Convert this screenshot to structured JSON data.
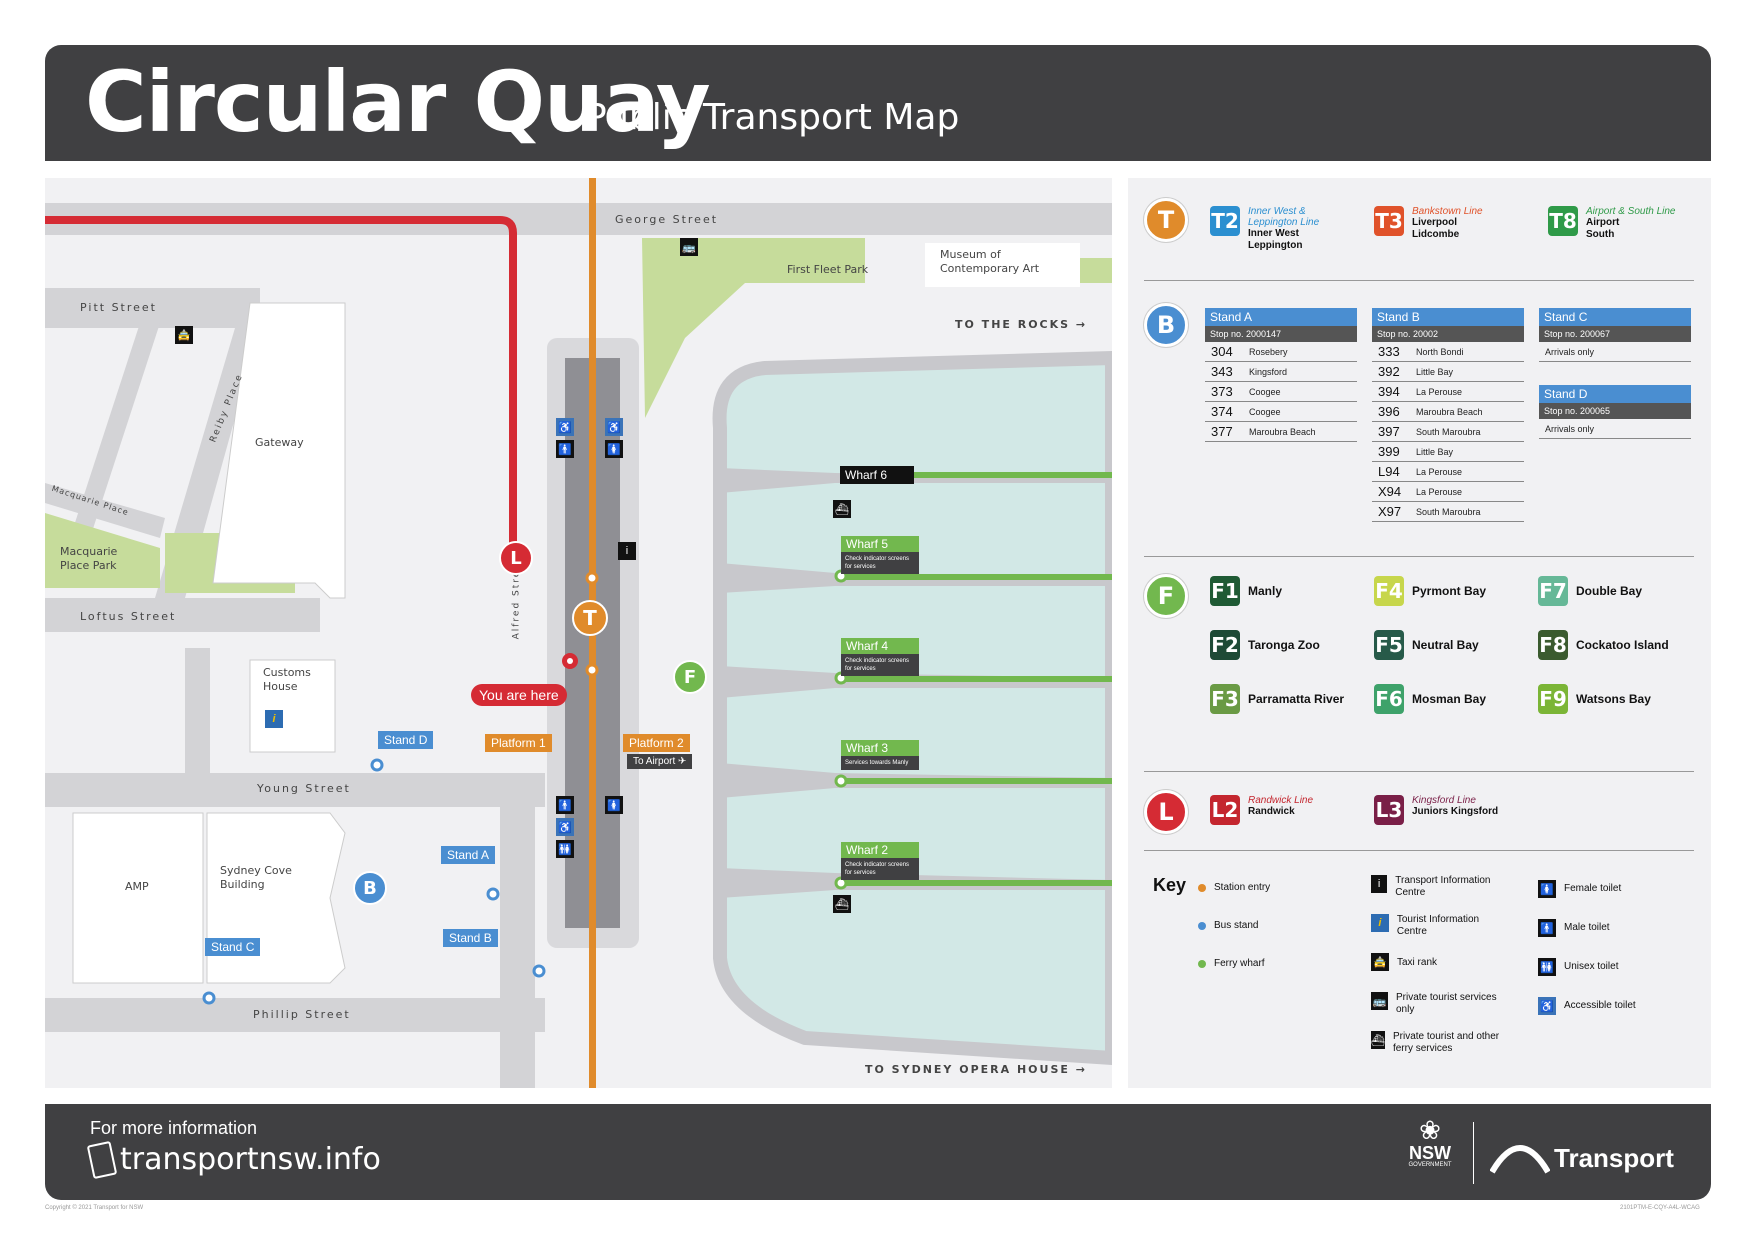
{
  "header": {
    "title": "Circular Quay",
    "subtitle": "Public Transport Map"
  },
  "map": {
    "streets": {
      "george": "George Street",
      "pitt": "Pitt Street",
      "reiby": "Reiby Place",
      "macquarie_place": "Macquarie Place",
      "loftus": "Loftus Street",
      "alfred": "Alfred Street",
      "young": "Young Street",
      "phillip": "Phillip Street"
    },
    "places": {
      "first_fleet_park": "First Fleet Park",
      "mca": "Museum of Contemporary Art",
      "gateway": "Gateway",
      "macquarie_park": "Macquarie Place Park",
      "customs_house": "Customs House",
      "amp": "AMP",
      "sydney_cove": "Sydney Cove Building"
    },
    "directions": {
      "rocks": "TO THE ROCKS",
      "opera_house": "TO SYDNEY OPERA HOUSE"
    },
    "you_are_here": "You are here",
    "platforms": {
      "p1": "Platform 1",
      "p2": "Platform 2",
      "to_airport": "To Airport"
    },
    "stands": {
      "a": "Stand A",
      "b": "Stand B",
      "c": "Stand C",
      "d": "Stand D"
    },
    "wharves": [
      {
        "name": "Wharf 6",
        "note": ""
      },
      {
        "name": "Wharf 5",
        "note": "Check indicator screens for services"
      },
      {
        "name": "Wharf 4",
        "note": "Check indicator screens for services"
      },
      {
        "name": "Wharf 3",
        "note": "Services towards Manly"
      },
      {
        "name": "Wharf 2",
        "note": "Check indicator screens for services"
      }
    ],
    "mode_letters": {
      "train": "T",
      "bus": "B",
      "ferry": "F",
      "light_rail": "L"
    }
  },
  "panel": {
    "trains": [
      {
        "code": "T2",
        "line": "Inner West & Leppington Line",
        "dest": [
          "Inner West",
          "Leppington"
        ],
        "color": "#2b8fd0"
      },
      {
        "code": "T3",
        "line": "Bankstown Line",
        "dest": [
          "Liverpool",
          "Lidcombe"
        ],
        "color": "#e0522a"
      },
      {
        "code": "T8",
        "line": "Airport & South Line",
        "dest": [
          "Airport",
          "South"
        ],
        "color": "#2f9a48"
      }
    ],
    "buses": {
      "stand_a": {
        "name": "Stand A",
        "stop": "Stop no. 2000147",
        "routes": [
          {
            "n": "304",
            "d": "Rosebery"
          },
          {
            "n": "343",
            "d": "Kingsford"
          },
          {
            "n": "373",
            "d": "Coogee"
          },
          {
            "n": "374",
            "d": "Coogee"
          },
          {
            "n": "377",
            "d": "Maroubra Beach"
          }
        ]
      },
      "stand_b": {
        "name": "Stand B",
        "stop": "Stop no. 20002",
        "routes": [
          {
            "n": "333",
            "d": "North Bondi"
          },
          {
            "n": "392",
            "d": "Little Bay"
          },
          {
            "n": "394",
            "d": "La Perouse"
          },
          {
            "n": "396",
            "d": "Maroubra Beach"
          },
          {
            "n": "397",
            "d": "South Maroubra"
          },
          {
            "n": "399",
            "d": "Little Bay"
          },
          {
            "n": "L94",
            "d": "La Perouse"
          },
          {
            "n": "X94",
            "d": "La Perouse"
          },
          {
            "n": "X97",
            "d": "South Maroubra"
          }
        ]
      },
      "stand_c": {
        "name": "Stand C",
        "stop": "Stop no. 200067",
        "note": "Arrivals only"
      },
      "stand_d": {
        "name": "Stand D",
        "stop": "Stop no. 200065",
        "note": "Arrivals only"
      }
    },
    "ferries": [
      {
        "code": "F1",
        "name": "Manly",
        "color": "#1f5a34"
      },
      {
        "code": "F4",
        "name": "Pyrmont Bay",
        "color": "#c7d64b"
      },
      {
        "code": "F7",
        "name": "Double Bay",
        "color": "#66b897"
      },
      {
        "code": "F2",
        "name": "Taronga Zoo",
        "color": "#1e4a36"
      },
      {
        "code": "F5",
        "name": "Neutral Bay",
        "color": "#275a49"
      },
      {
        "code": "F8",
        "name": "Cockatoo Island",
        "color": "#3b5b2f"
      },
      {
        "code": "F3",
        "name": "Parramatta River",
        "color": "#6a9a44"
      },
      {
        "code": "F6",
        "name": "Mosman Bay",
        "color": "#3ea26a"
      },
      {
        "code": "F9",
        "name": "Watsons Bay",
        "color": "#7bb536"
      }
    ],
    "light_rail": [
      {
        "code": "L2",
        "line": "Randwick Line",
        "dest": "Randwick",
        "color": "#c4262e"
      },
      {
        "code": "L3",
        "line": "Kingsford Line",
        "dest": "Juniors Kingsford",
        "color": "#7a1f47"
      }
    ],
    "key": {
      "title": "Key",
      "dots": [
        {
          "label": "Station entry",
          "color": "#e08b2b"
        },
        {
          "label": "Bus stand",
          "color": "#4a8ed1"
        },
        {
          "label": "Ferry wharf",
          "color": "#72b84e"
        }
      ],
      "icons_mid": [
        "Transport Information Centre",
        "Tourist Information Centre",
        "Taxi rank",
        "Private tourist services only",
        "Private tourist and other ferry services"
      ],
      "icons_right": [
        "Female toilet",
        "Male toilet",
        "Unisex toilet",
        "Accessible toilet"
      ]
    }
  },
  "footer": {
    "more_info": "For more information",
    "url": "transportnsw.info",
    "nsw": "NSW",
    "nsw_sub": "GOVERNMENT",
    "transport": "Transport"
  },
  "fineprint": {
    "left": "Copyright © 2021 Transport for NSW",
    "right": "2101PTM-E-CQY-A4L-WCAG"
  }
}
